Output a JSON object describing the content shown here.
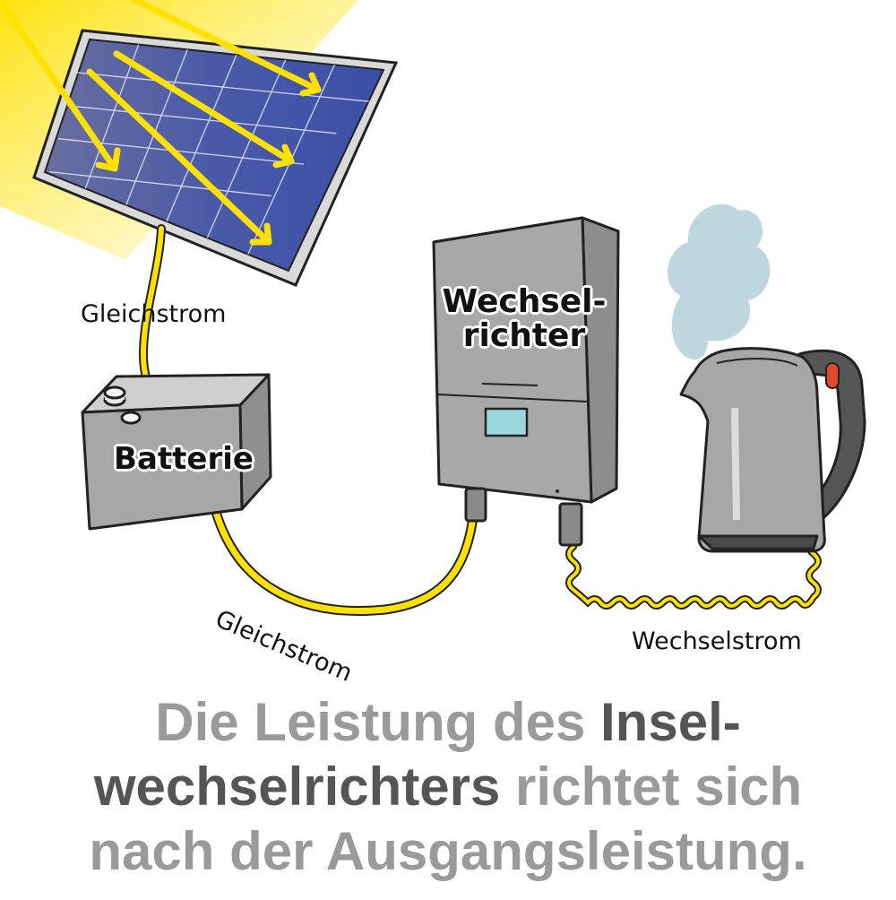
{
  "labels": {
    "dc_top": "Gleichstrom",
    "dc_bottom": "Gleichstrom",
    "ac": "Wechselstrom",
    "battery": "Batterie",
    "inverter_line1": "Wechsel-",
    "inverter_line2": "richter"
  },
  "caption": {
    "part1": "Die Leistung des ",
    "part2_em": "Insel-",
    "part3_em": "wechselrichters",
    "part4": " richtet sich",
    "part5": "nach der Ausgangsleistung."
  },
  "colors": {
    "sun": "#ffe100",
    "panel": "#3b4fa0",
    "wire": "#ffe100",
    "device_gray": "#a3a3a3",
    "steam": "#b7d3dc",
    "caption_light": "#9a9a9a",
    "caption_dark": "#555555"
  },
  "icons": [
    "sun-rays-icon",
    "solar-panel-icon",
    "battery-icon",
    "inverter-icon",
    "kettle-icon",
    "steam-icon"
  ]
}
